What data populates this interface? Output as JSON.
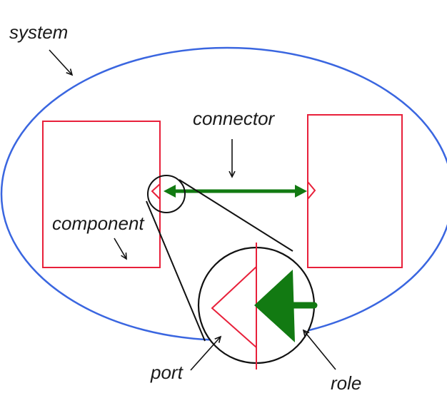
{
  "labels": {
    "system": "system",
    "connector": "connector",
    "component": "component",
    "port": "port",
    "role": "role"
  },
  "colors": {
    "system_ellipse": "#3a66e0",
    "component": "#e8203a",
    "connector": "#127a12",
    "outline": "#111111",
    "text": "#1a1a1a"
  }
}
